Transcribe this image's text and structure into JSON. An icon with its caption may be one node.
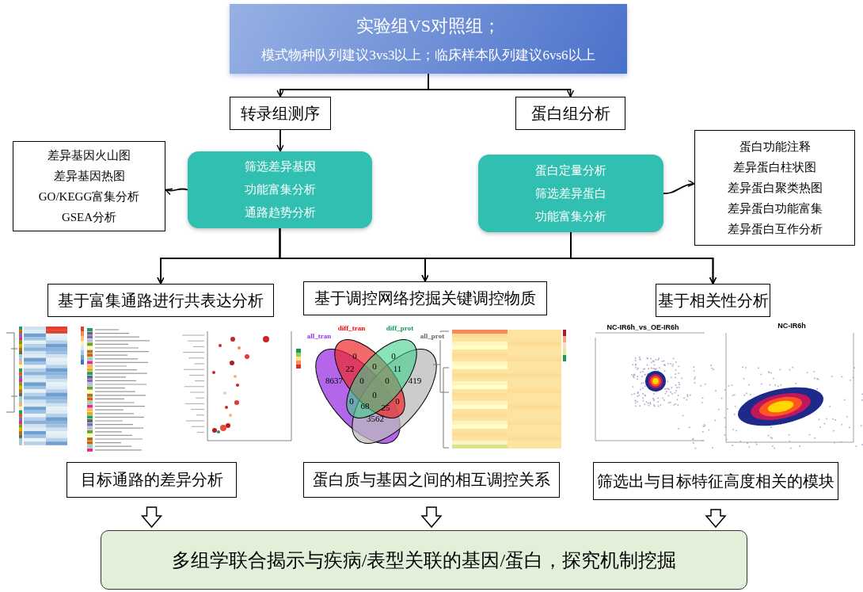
{
  "diagram": {
    "nodes": [
      {
        "text": [
          "实验组VS对照组；",
          "模式物种队列建议3vs3以上；临床样本队列建议6vs6以上"
        ]
      },
      {
        "text": [
          "转录组测序"
        ]
      },
      {
        "text": [
          "蛋白组分析"
        ]
      },
      {
        "text": [
          "差异基因火山图",
          "差异基因热图",
          "GO/KEGG富集分析",
          "GSEA分析"
        ]
      },
      {
        "text": [
          "筛选差异基因",
          "功能富集分析",
          "通路趋势分析"
        ]
      },
      {
        "text": [
          "蛋白定量分析",
          "筛选差异蛋白",
          "功能富集分析"
        ]
      },
      {
        "text": [
          "蛋白功能注释",
          "差异蛋白柱状图",
          "差异蛋白聚类热图",
          "差异蛋白功能富集",
          "差异蛋白互作分析"
        ]
      },
      {
        "text": [
          "基于富集通路进行共表达分析"
        ]
      },
      {
        "text": [
          "基于调控网络挖掘关键调控物质"
        ]
      },
      {
        "text": [
          "基于相关性分析"
        ]
      },
      {
        "text": [
          "目标通路的差异分析"
        ]
      },
      {
        "text": [
          "蛋白质与基因之间的相互调控关系"
        ]
      },
      {
        "text": [
          "筛选出与目标特征高度相关的模块"
        ]
      },
      {
        "text": [
          "多组学联合揭示与疾病/表型关联的基因/蛋白，探究机制挖掘"
        ]
      }
    ],
    "edges": [
      {
        "from": 0,
        "to": 1,
        "arrow": "to"
      },
      {
        "from": 0,
        "to": 2,
        "arrow": "to"
      },
      {
        "from": 1,
        "to": 4,
        "arrow": "to"
      },
      {
        "from": 4,
        "to": 3,
        "arrow": "to"
      },
      {
        "from": 5,
        "to": 6,
        "arrow": "to"
      },
      {
        "from": 4,
        "to": 7,
        "arrow": "to"
      },
      {
        "from": 4,
        "to": 8,
        "arrow": "to"
      },
      {
        "from": 4,
        "to": 9,
        "arrow": "to"
      },
      {
        "from": 5,
        "to": 7,
        "arrow": "to"
      },
      {
        "from": 5,
        "to": 8,
        "arrow": "to"
      },
      {
        "from": 5,
        "to": 9,
        "arrow": "to"
      },
      {
        "from": 10,
        "to": 13,
        "arrow": "to",
        "style": "thick"
      },
      {
        "from": 11,
        "to": 13,
        "arrow": "to",
        "style": "thick"
      },
      {
        "from": 12,
        "to": 13,
        "arrow": "to",
        "style": "thick"
      }
    ],
    "labels": [
      "diff_tran",
      "diff_prot",
      "all_tran",
      "all_prot",
      "0",
      "0",
      "22",
      "0",
      "11",
      "8637",
      "0",
      "0",
      "419",
      "0",
      "0",
      "0",
      "68",
      "25",
      "3562",
      "NC-IR6h_vs_OE-IR6h",
      "NC-IR6h"
    ]
  }
}
